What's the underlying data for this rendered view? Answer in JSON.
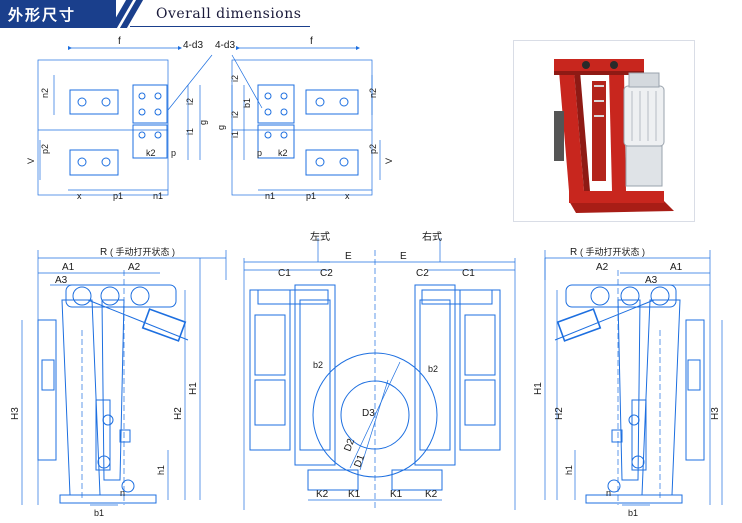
{
  "header": {
    "title_cn": "外形尺寸",
    "title_en": "Overall dimensions"
  },
  "labels": {
    "f": "f",
    "d3": "4-d3",
    "n2": "n2",
    "i2": "i2",
    "i1": "i1",
    "g": "g",
    "b1": "b1",
    "k2": "k2",
    "p": "p",
    "p2": "p2",
    "V": "V",
    "x": "x",
    "p1": "p1",
    "n1": "n1",
    "R": "R",
    "R_note": "( 手动打开状态 )",
    "A1": "A1",
    "A2": "A2",
    "A3": "A3",
    "H1": "H1",
    "H2": "H2",
    "H3": "H3",
    "h1": "h1",
    "n": "n",
    "C1": "C1",
    "C2": "C2",
    "E": "E",
    "left_type": "左式",
    "right_type": "右式",
    "b2": "b2",
    "D1": "D1",
    "D2": "D2",
    "D3": "D3",
    "K1": "K1",
    "K2": "K2"
  },
  "colors": {
    "header_bg": "#1a3f8c",
    "drawing": "#1d6fe0",
    "brake_red": "#c8261e",
    "motor_white": "#eef0f2"
  }
}
